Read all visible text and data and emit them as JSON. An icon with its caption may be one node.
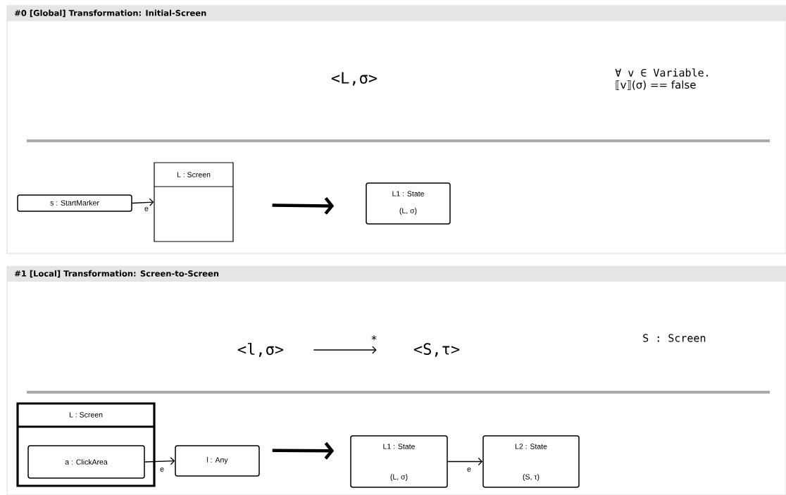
{
  "diagram": {
    "nodes": [
      {
        "text": [
          "#0 [Global] Transformation: Initial-Screen"
        ]
      },
      {
        "text": [
          "s : StartMarker"
        ],
        "in": 0
      },
      {
        "text": [
          "L : Screen"
        ],
        "in": 0
      },
      {
        "text": [
          "L1 : State",
          "(L, σ)"
        ],
        "in": 0
      },
      {
        "text": [
          "#1 [Local] Transformation: Screen-to-Screen"
        ]
      },
      {
        "text": [
          "<l,σ>"
        ],
        "in": 4
      },
      {
        "text": [
          "<S,τ>"
        ],
        "in": 4
      },
      {
        "text": [
          "L : Screen"
        ],
        "in": 4
      },
      {
        "text": [
          "a : ClickArea"
        ],
        "in": 7
      },
      {
        "text": [
          "l : Any"
        ],
        "in": 4
      },
      {
        "text": [
          "L1 : State",
          "(L, σ)"
        ],
        "in": 4
      },
      {
        "text": [
          "L2 : State",
          "(S, τ)"
        ],
        "in": 4
      }
    ],
    "edges": [
      {
        "from": 1,
        "to": 2,
        "arrow": "to",
        "label": "e"
      },
      {
        "from": 2,
        "to": 3,
        "arrow": "to",
        "style": "thick"
      },
      {
        "from": 5,
        "to": 6,
        "arrow": "to",
        "label": "*"
      },
      {
        "from": 8,
        "to": 9,
        "arrow": "to",
        "label": "e"
      },
      {
        "from": 9,
        "to": 10,
        "arrow": "to",
        "style": "thick"
      },
      {
        "from": 10,
        "to": 11,
        "arrow": "to",
        "label": "e"
      }
    ],
    "labels": [
      "<L,σ>",
      "∀ v ∈ Variable.",
      "⟦v⟧(σ) == false",
      "S : Screen"
    ]
  }
}
